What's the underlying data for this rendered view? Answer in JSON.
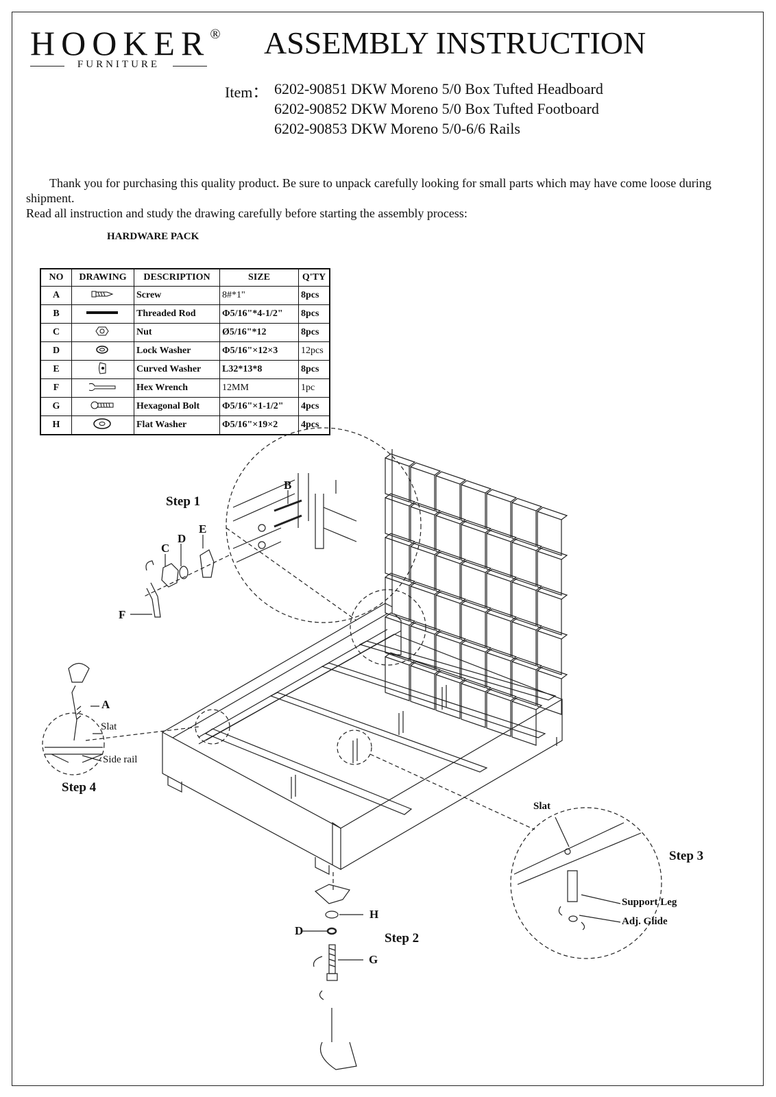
{
  "brand": {
    "name": "HOOKER",
    "reg_mark": "®",
    "sub": "FURNITURE"
  },
  "title": "ASSEMBLY INSTRUCTION",
  "item": {
    "label": "Item：",
    "lines": [
      "6202-90851 DKW Moreno 5/0 Box Tufted Headboard",
      "6202-90852 DKW Moreno 5/0 Box Tufted Footboard",
      "6202-90853 DKW Moreno 5/0-6/6 Rails"
    ]
  },
  "intro": {
    "p1": "Thank you for purchasing this quality product. Be sure to unpack carefully looking for small parts which may have come loose during shipment.",
    "p2": "Read all instruction and study the drawing carefully before starting the assembly process:"
  },
  "hardware": {
    "title": "HARDWARE PACK",
    "headers": [
      "NO",
      "DRAWING",
      "DESCRIPTION",
      "SIZE",
      "Q'TY"
    ],
    "rows": [
      {
        "no": "A",
        "icon": "screw-icon",
        "desc": "Screw",
        "size": "8#*1\"",
        "qty": "8pcs"
      },
      {
        "no": "B",
        "icon": "threaded-rod-icon",
        "desc": "Threaded Rod",
        "size": "Φ5/16\"*4-1/2\"",
        "qty": "8pcs"
      },
      {
        "no": "C",
        "icon": "nut-icon",
        "desc": "Nut",
        "size": "Ø5/16\"*12",
        "qty": "8pcs"
      },
      {
        "no": "D",
        "icon": "lock-washer-icon",
        "desc": "Lock Washer",
        "size": "Φ5/16\"×12×3",
        "qty": "12pcs"
      },
      {
        "no": "E",
        "icon": "curved-washer-icon",
        "desc": "Curved Washer",
        "size": "L32*13*8",
        "qty": "8pcs"
      },
      {
        "no": "F",
        "icon": "hex-wrench-icon",
        "desc": "Hex Wrench",
        "size": "12MM",
        "qty": "1pc"
      },
      {
        "no": "G",
        "icon": "hexagonal-bolt-icon",
        "desc": "Hexagonal Bolt",
        "size": "Φ5/16\"×1-1/2\"",
        "qty": "4pcs"
      },
      {
        "no": "H",
        "icon": "flat-washer-icon",
        "desc": "Flat Washer",
        "size": "Φ5/16\"×19×2",
        "qty": "4pcs"
      }
    ]
  },
  "diagram": {
    "steps": [
      "Step 1",
      "Step 2",
      "Step 3",
      "Step 4"
    ],
    "part_labels": [
      "A",
      "B",
      "C",
      "D",
      "E",
      "F",
      "G",
      "H",
      "D"
    ],
    "callouts": {
      "slat": "Slat",
      "side_rail": "Side rail",
      "slat_step3": "Slat",
      "support_leg": "Support Leg",
      "adj_glide": "Adj. Glide"
    }
  }
}
